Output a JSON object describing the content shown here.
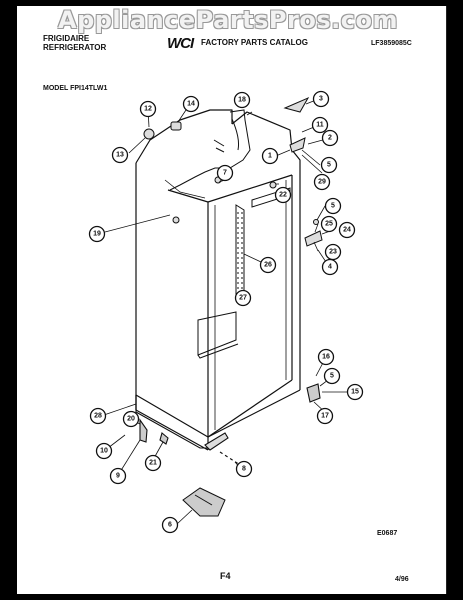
{
  "watermark": "AppliancePartsPros.com",
  "header": {
    "brand_line1": "FRIGIDAIRE",
    "brand_line2": "REFRIGERATOR",
    "logo_text": "WCI",
    "catalog_title": "FACTORY PARTS CATALOG",
    "catalog_code": "LF3859085C"
  },
  "model_label": "MODEL FPI14TLW1",
  "figure_code": "E0687",
  "footer": {
    "page": "F4",
    "date": "4/96"
  },
  "callouts": [
    "1",
    "2",
    "3",
    "4",
    "5",
    "6",
    "7",
    "8",
    "9",
    "10",
    "11",
    "12",
    "13",
    "14",
    "15",
    "16",
    "17",
    "18",
    "19",
    "20",
    "21",
    "22",
    "23",
    "24",
    "25",
    "26",
    "27",
    "28",
    "29"
  ]
}
